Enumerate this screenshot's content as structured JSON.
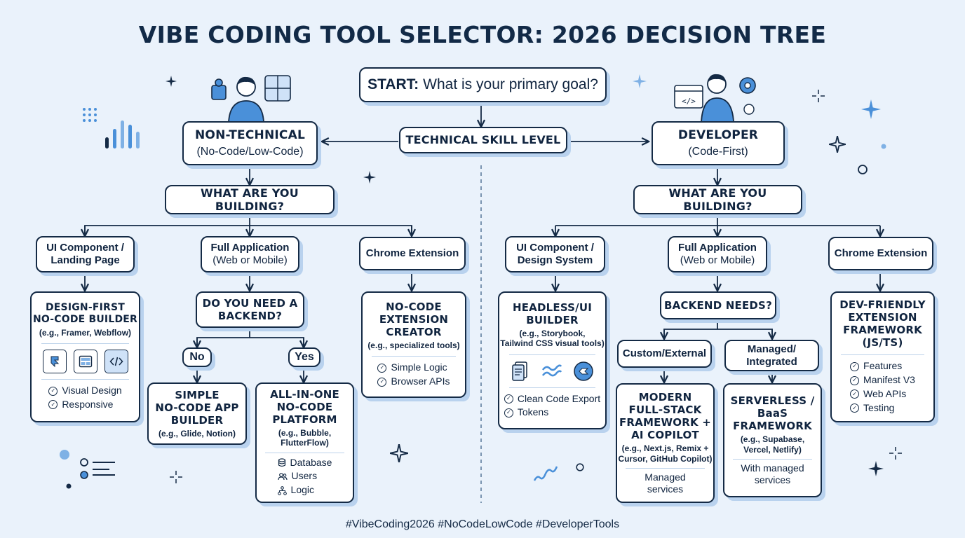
{
  "title": "VIBE CODING TOOL SELECTOR: 2026 DECISION TREE",
  "start": {
    "label": "START:",
    "question": "What is your primary goal?"
  },
  "skill": {
    "label": "TECHNICAL SKILL LEVEL"
  },
  "nontech": {
    "header": "NON-TECHNICAL",
    "sub": "(No-Code/Low-Code)",
    "building": "WHAT ARE YOU BUILDING?",
    "ui": {
      "line1": "UI Component /",
      "line2": "Landing Page"
    },
    "full": {
      "line1": "Full Application",
      "line2": "(Web or Mobile)"
    },
    "ext": {
      "label": "Chrome Extension"
    },
    "design": {
      "line1": "DESIGN-FIRST",
      "line2": "NO-CODE BUILDER",
      "eg": "(e.g., Framer, Webflow)",
      "features": [
        "Visual Design",
        "Responsive"
      ],
      "icons": [
        "framer-icon",
        "layout-icon",
        "code-icon"
      ]
    },
    "backend_q": {
      "line1": "DO YOU NEED A",
      "line2": "BACKEND?"
    },
    "no": "No",
    "yes": "Yes",
    "simple": {
      "line1": "SIMPLE",
      "line2": "NO-CODE APP",
      "line3": "BUILDER",
      "eg": "(e.g., Glide, Notion)"
    },
    "allinone": {
      "line1": "ALL-IN-ONE",
      "line2": "NO-CODE",
      "line3": "PLATFORM",
      "eg1": "(e.g., Bubble,",
      "eg2": "FlutterFlow)",
      "features": [
        "Database",
        "Users",
        "Logic"
      ]
    },
    "extcreator": {
      "line1": "NO-CODE",
      "line2": "EXTENSION",
      "line3": "CREATOR",
      "eg": "(e.g., specialized tools)",
      "features": [
        "Simple Logic",
        "Browser APIs"
      ]
    }
  },
  "dev": {
    "header": "DEVELOPER",
    "sub": "(Code-First)",
    "building": "WHAT ARE YOU BUILDING?",
    "ui": {
      "line1": "UI Component /",
      "line2": "Design System"
    },
    "full": {
      "line1": "Full Application",
      "line2": "(Web or Mobile)"
    },
    "ext": {
      "label": "Chrome Extension"
    },
    "headless": {
      "line1": "HEADLESS/UI",
      "line2": "BUILDER",
      "eg1": "(e.g., Storybook,",
      "eg2": "Tailwind CSS visual tools)",
      "features": [
        "Clean Code Export",
        "Tokens"
      ],
      "icons": [
        "document-icon",
        "tailwind-icon",
        "storybook-icon"
      ]
    },
    "backend_needs": "BACKEND NEEDS?",
    "custom": "Custom/External",
    "managed": {
      "line1": "Managed/",
      "line2": "Integrated"
    },
    "modern": {
      "line1": "MODERN",
      "line2": "FULL-STACK",
      "line3": "FRAMEWORK +",
      "line4": "AI COPILOT",
      "eg1": "(e.g., Next.js, Remix +",
      "eg2": "Cursor, GitHub Copilot)",
      "note1": "Managed",
      "note2": "services"
    },
    "serverless": {
      "line1": "SERVERLESS /",
      "line2": "BaaS",
      "line3": "FRAMEWORK",
      "eg1": "(e.g., Supabase,",
      "eg2": "Vercel, Netlify)",
      "note1": "With managed",
      "note2": "services"
    },
    "devext": {
      "line1": "DEV-FRIENDLY",
      "line2": "EXTENSION",
      "line3": "FRAMEWORK",
      "line4": "(JS/TS)",
      "features": [
        "Features",
        "Manifest V3",
        "Web APIs",
        "Testing"
      ]
    }
  },
  "hashtags": "#VibeCoding2026 #NoCodeLowCode #DeveloperTools",
  "colors": {
    "ink": "#142a45",
    "accent": "#4a90d9",
    "shadow": "#b9d2ee",
    "background": "#eaf2fb"
  }
}
